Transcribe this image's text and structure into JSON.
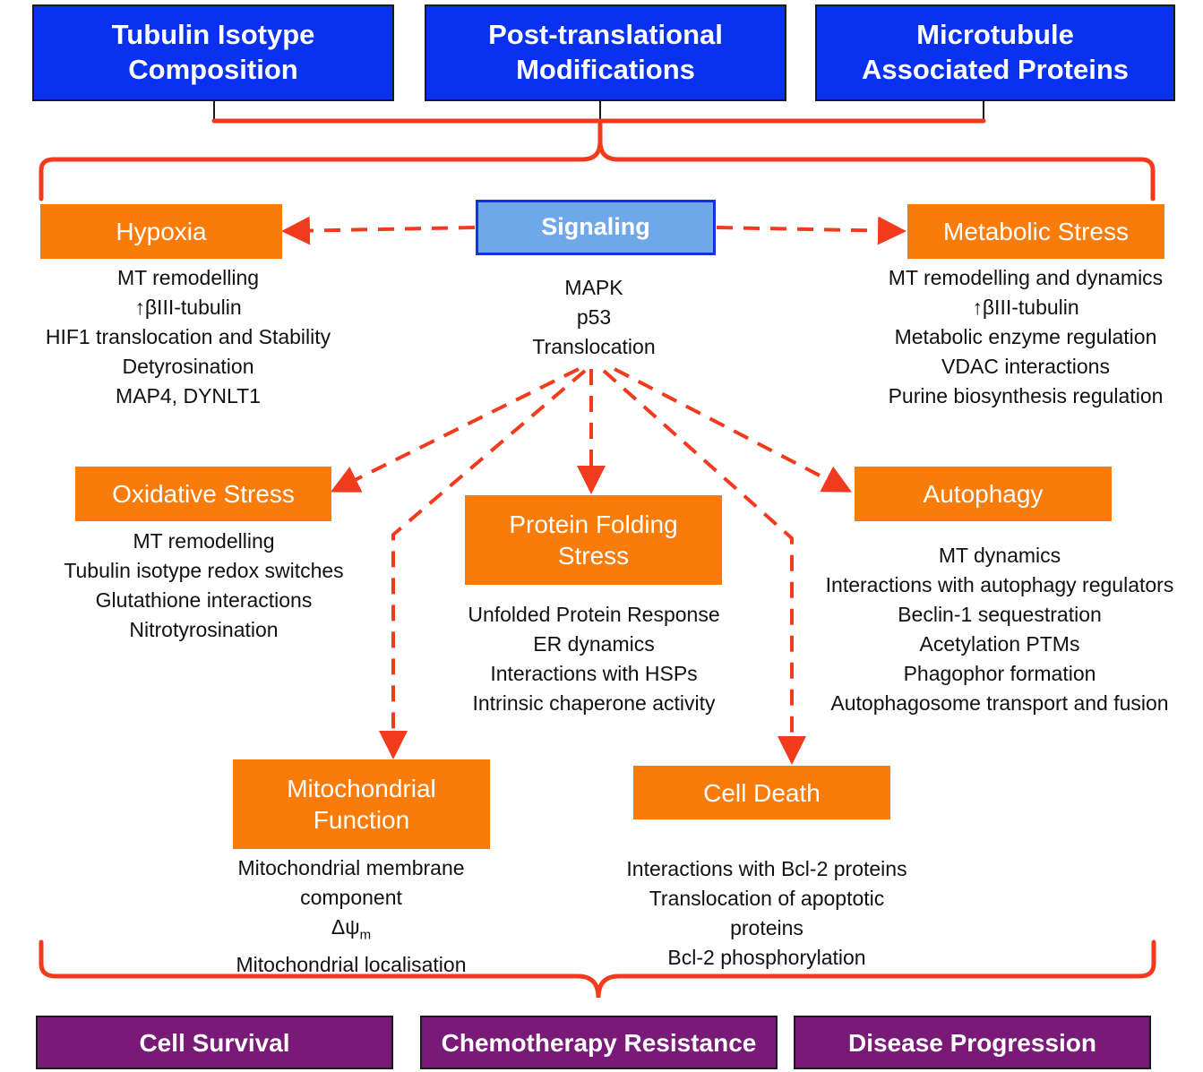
{
  "top_boxes": [
    {
      "line1": "Tubulin Isotype",
      "line2": "Composition"
    },
    {
      "line1": "Post-translational",
      "line2": "Modifications"
    },
    {
      "line1": "Microtubule",
      "line2": "Associated Proteins"
    }
  ],
  "signaling": {
    "label": "Signaling",
    "items": [
      "MAPK",
      "p53",
      "Translocation"
    ]
  },
  "hypoxia": {
    "label": "Hypoxia",
    "items": [
      "MT remodelling",
      "↑βIII-tubulin",
      "HIF1 translocation and Stability",
      "Detyrosination",
      "MAP4, DYNLT1"
    ]
  },
  "metabolic": {
    "label": "Metabolic Stress",
    "items": [
      "MT remodelling and dynamics",
      "↑βIII-tubulin",
      "Metabolic enzyme  regulation",
      "VDAC interactions",
      "Purine biosynthesis regulation"
    ]
  },
  "oxidative": {
    "label": "Oxidative Stress",
    "items": [
      "MT remodelling",
      "Tubulin isotype redox switches",
      "Glutathione interactions",
      "Nitrotyrosination"
    ]
  },
  "protein_folding": {
    "line1": "Protein Folding",
    "line2": "Stress",
    "items": [
      "Unfolded Protein Response",
      "ER dynamics",
      "Interactions with HSPs",
      "Intrinsic chaperone activity"
    ]
  },
  "autophagy": {
    "label": "Autophagy",
    "items": [
      "MT dynamics",
      "Interactions with autophagy regulators",
      "Beclin-1 sequestration",
      "Acetylation PTMs",
      "Phagophor formation",
      "Autophagosome transport and fusion"
    ]
  },
  "mitochondrial": {
    "line1": "Mitochondrial",
    "line2": "Function",
    "items": [
      "Mitochondrial membrane",
      "component"
    ],
    "psi_symbol": "Δψ",
    "psi_sub": "m",
    "last_item": "Mitochondrial localisation"
  },
  "cell_death": {
    "label": "Cell Death",
    "items": [
      "Interactions with Bcl-2 proteins",
      "Translocation of apoptotic",
      "proteins",
      "Bcl-2 phosphorylation"
    ]
  },
  "outcomes": [
    "Cell Survival",
    "Chemotherapy Resistance",
    "Disease Progression"
  ],
  "colors": {
    "top_box": "#0a31f2",
    "stress_box": "#f97c0a",
    "signal_box": "#6fa8e8",
    "outcome_box": "#7a1a78",
    "connector": "#f23a1c"
  }
}
